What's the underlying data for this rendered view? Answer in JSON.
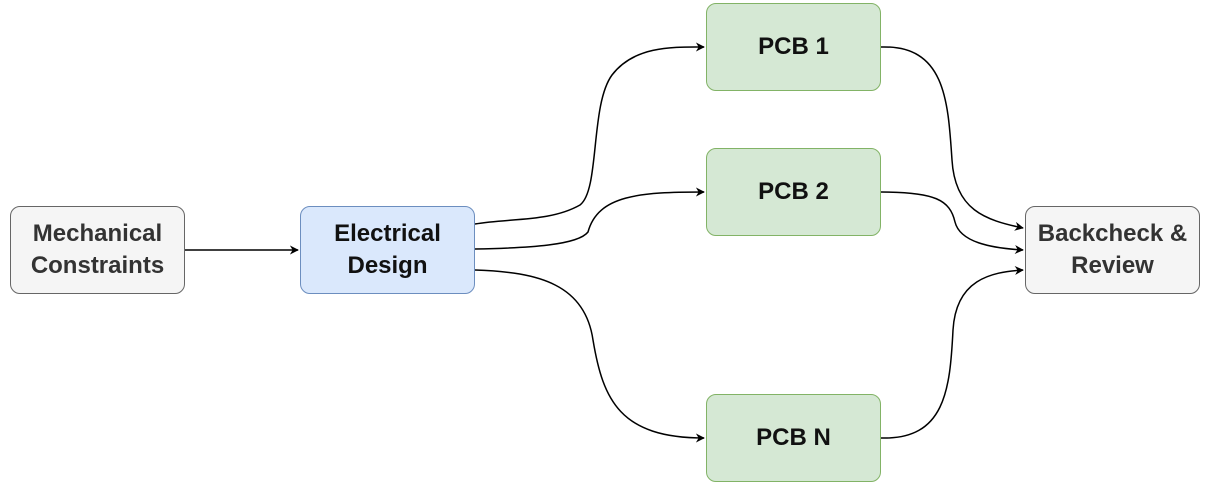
{
  "nodes": {
    "mechanical": {
      "label": "Mechanical\nConstraints"
    },
    "electrical": {
      "label": "Electrical\nDesign"
    },
    "pcb1": {
      "label": "PCB 1"
    },
    "pcb2": {
      "label": "PCB 2"
    },
    "pcbn": {
      "label": "PCB N"
    },
    "review": {
      "label": "Backcheck &\nReview"
    }
  },
  "edges": [
    {
      "from": "mechanical",
      "to": "electrical"
    },
    {
      "from": "electrical",
      "to": "pcb1"
    },
    {
      "from": "electrical",
      "to": "pcb2"
    },
    {
      "from": "electrical",
      "to": "pcbn"
    },
    {
      "from": "pcb1",
      "to": "review"
    },
    {
      "from": "pcb2",
      "to": "review"
    },
    {
      "from": "pcbn",
      "to": "review"
    }
  ],
  "colors": {
    "gray_fill": "#f5f5f5",
    "gray_stroke": "#666666",
    "blue_fill": "#dae8fc",
    "blue_stroke": "#6c8ebf",
    "green_fill": "#d5e8d4",
    "green_stroke": "#82b366",
    "edge": "#000000"
  }
}
